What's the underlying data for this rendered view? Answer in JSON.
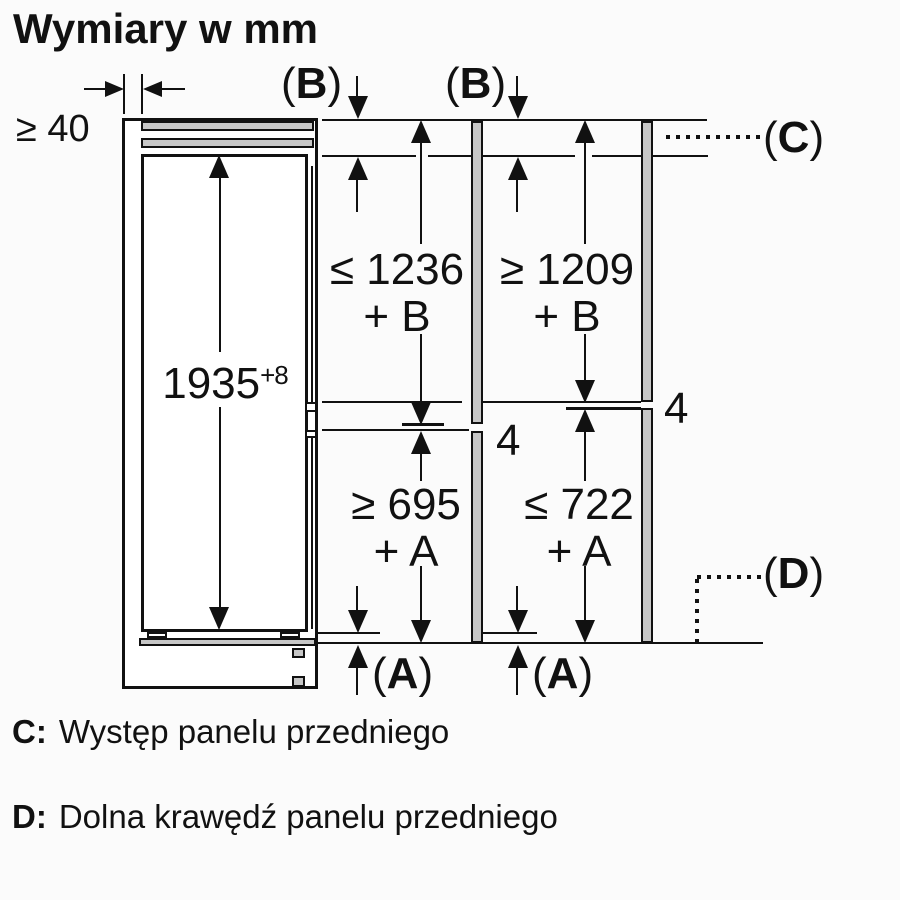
{
  "title": "Wymiary w mm",
  "dims": {
    "rear_clearance": "≥ 40",
    "niche_height": "1935",
    "niche_height_tolerance": "+8",
    "upper_panel_left_value": "≤ 1236",
    "upper_panel_left_add": "+ B",
    "upper_panel_right_value": "≥ 1209",
    "upper_panel_right_add": "+ B",
    "lower_panel_left_value": "≥ 695",
    "lower_panel_left_add": "+ A",
    "lower_panel_right_value": "≤ 722",
    "lower_panel_right_add": "+ A",
    "panel_gap_left": "4",
    "panel_gap_right": "4"
  },
  "callouts": {
    "open": "(",
    "close": ")",
    "b_left": "B",
    "b_right": "B",
    "c": "C",
    "d": "D",
    "a_left": "A",
    "a_right": "A"
  },
  "legend": {
    "c_term": "C:",
    "c_desc": "Występ panelu przedniego",
    "d_term": "D:",
    "d_desc": "Dolna krawędź panelu przedniego"
  },
  "colors": {
    "line": "#111111",
    "panel_fill": "#c7c7c7",
    "background": "#fbfbfb"
  }
}
